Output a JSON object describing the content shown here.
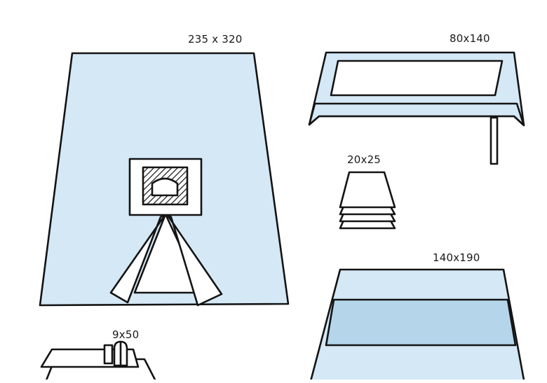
{
  "labels": {
    "large_drape": "235 x 320",
    "table_cover": "80x140",
    "towels": "20x25",
    "sheet": "140x190",
    "tape": "9x50"
  },
  "colors": {
    "drape_blue": "#d4e8f6",
    "band_blue": "#b4d5ea",
    "outline": "#141414",
    "white": "#ffffff"
  }
}
